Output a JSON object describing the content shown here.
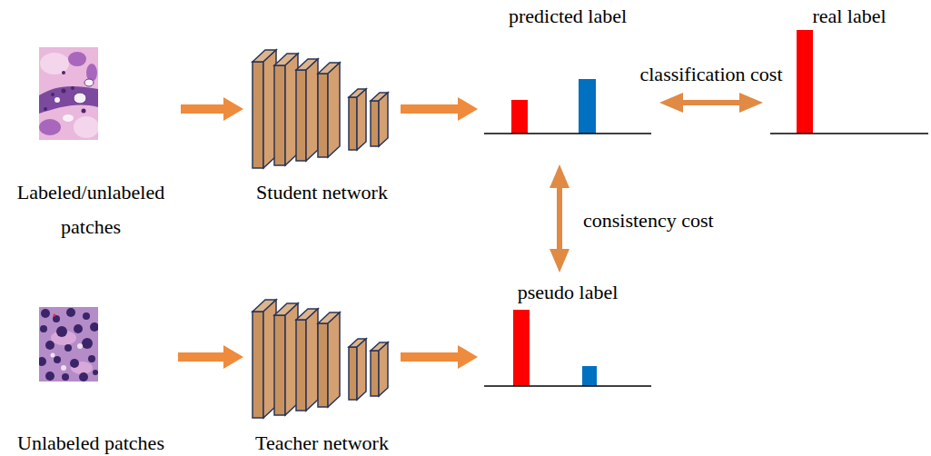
{
  "diagram": {
    "nodes": [
      {
        "text": [
          "Labeled/unlabeled patches"
        ]
      },
      {
        "text": [
          "Student network"
        ]
      },
      {
        "text": [
          "predicted label"
        ]
      },
      {
        "text": [
          "real label"
        ]
      },
      {
        "text": [
          "pseudo label"
        ]
      },
      {
        "text": [
          "Unlabeled patches"
        ]
      },
      {
        "text": [
          "Teacher network"
        ]
      }
    ],
    "edges": [
      {
        "from": 0,
        "to": 1,
        "arrow": "to"
      },
      {
        "from": 1,
        "to": 2,
        "arrow": "to"
      },
      {
        "from": 2,
        "to": 3,
        "label": "classification cost",
        "arrow": "both"
      },
      {
        "from": 2,
        "to": 4,
        "label": "consistency cost",
        "arrow": "both"
      },
      {
        "from": 5,
        "to": 6,
        "arrow": "to"
      },
      {
        "from": 6,
        "to": 4,
        "arrow": "to"
      }
    ]
  }
}
